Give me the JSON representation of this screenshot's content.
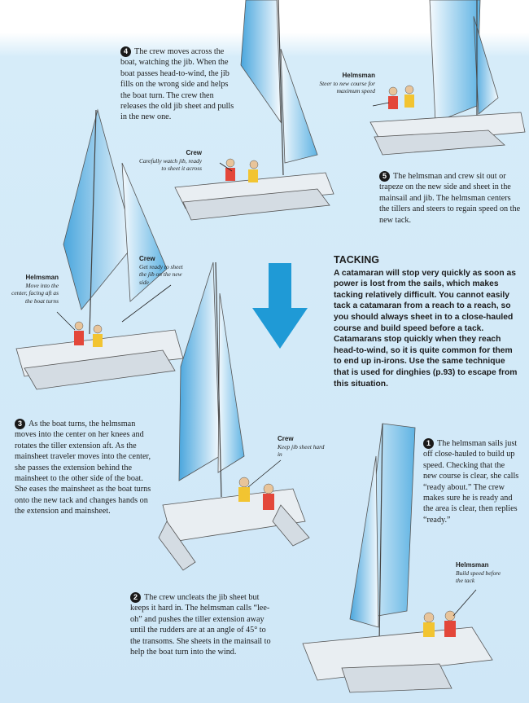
{
  "heading": "TACKING",
  "intro": "A catamaran will stop very quickly as soon as power is lost from the sails, which makes tacking relatively difficult. You cannot easily tack a catamaran from a reach to a reach, so you should always sheet in to a close-hauled course and build speed before a tack. Catamarans stop quickly when they reach head-to-wind, so it is quite common for them to end up in-irons. Use the same technique that is used for dinghies (p.93) to escape from this situation.",
  "steps": [
    {
      "num": "1",
      "text": "The helmsman sails just off close-hauled to build up speed. Checking that the new course is clear, she calls “ready about.” The crew makes sure he is ready and the area is clear, then replies “ready.”"
    },
    {
      "num": "2",
      "text": "The crew uncleats the jib sheet but keeps it hard in. The helmsman calls “lee-oh” and pushes the tiller extension away until the rudders are at an angle of 45° to the transoms. She sheets in the mainsail to help the boat turn into the wind."
    },
    {
      "num": "3",
      "text": "As the boat turns, the helmsman moves into the center on her knees and rotates the tiller extension aft. As the mainsheet traveler moves into the center, she passes the extension behind the mainsheet to the other side of the boat. She eases the mainsheet as the boat turns onto the new tack and changes hands on the extension and mainsheet."
    },
    {
      "num": "4",
      "text": "The crew moves across the boat, watching the jib. When the boat passes head-to-wind, the jib fills on the wrong side and helps the boat turn. The crew then releases the old jib sheet and pulls in the new one."
    },
    {
      "num": "5",
      "text": "The helmsman and crew sit out or trapeze on the new side and sheet in the mainsail and jib. The helmsman centers the tillers and steers to regain speed on the new tack."
    }
  ],
  "callouts": [
    {
      "role": "Helmsman",
      "note": "Steer to new course for maximum speed"
    },
    {
      "role": "Crew",
      "note": "Carefully watch jib, ready to sheet it across"
    },
    {
      "role": "Crew",
      "note": "Get ready to sheet the jib on the new side"
    },
    {
      "role": "Helmsman",
      "note": "Move into the center, facing aft as the boat turns"
    },
    {
      "role": "Crew",
      "note": "Keep jib sheet hard in"
    },
    {
      "role": "Helmsman",
      "note": "Build speed before the tack"
    }
  ],
  "colors": {
    "arrow": "#1f9ad6",
    "sail_light": "#eaf5fc",
    "sail_dark": "#5fb3e3",
    "hull": "#e9eef2",
    "helmsman": "#e3473a",
    "crew": "#f2c431"
  }
}
